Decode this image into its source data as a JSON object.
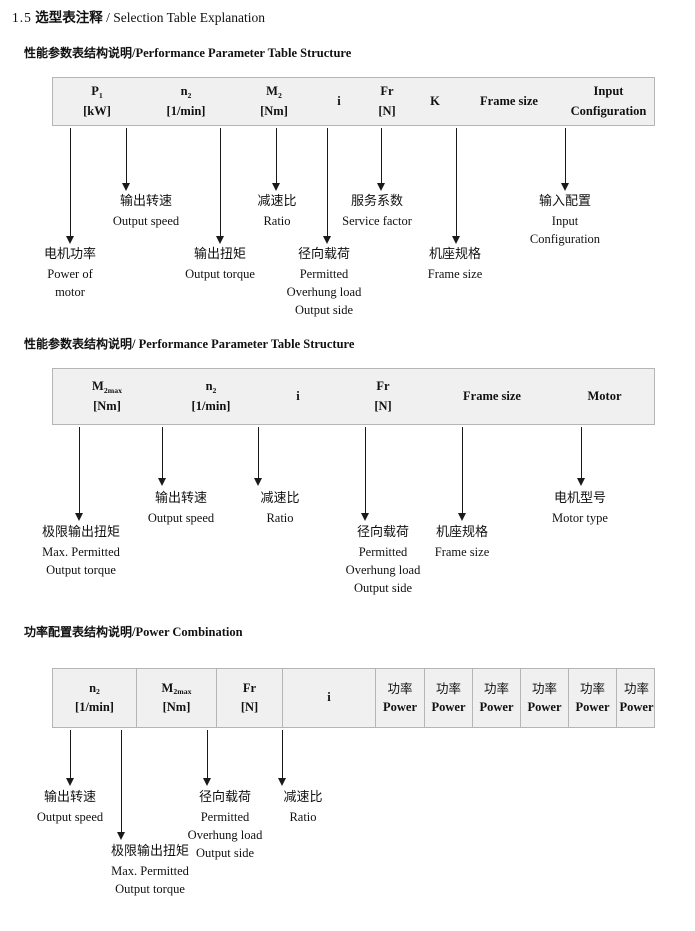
{
  "page_title": {
    "number": "1.5",
    "cn": "选型表注释",
    "separator": "/",
    "en": "Selection Table Explanation"
  },
  "sections": [
    {
      "id": "performance-parameter-1",
      "heading_cn": "性能参数表结构说明",
      "heading_sep": "/",
      "heading_en": "Performance Parameter Table Structure",
      "table": {
        "divided": false,
        "columns": [
          {
            "line1": "P",
            "line1_sub": "1",
            "line2": "[kW]"
          },
          {
            "line1": "n",
            "line1_sub": "2",
            "line2": "[1/min]"
          },
          {
            "line1": "M",
            "line1_sub": "2",
            "line2": "[Nm]"
          },
          {
            "single": "i"
          },
          {
            "line1": "Fr",
            "line2": "[N]"
          },
          {
            "single": "K"
          },
          {
            "single": "Frame size"
          },
          {
            "line1": "Input",
            "line2": "Configuration"
          }
        ]
      },
      "callouts": [
        {
          "cn": "电机功率",
          "en": [
            "Power of",
            "motor"
          ]
        },
        {
          "cn": "输出转速",
          "en": [
            "Output speed"
          ]
        },
        {
          "cn": "输出扭矩",
          "en": [
            "Output torque"
          ]
        },
        {
          "cn": "减速比",
          "en": [
            "Ratio"
          ]
        },
        {
          "cn": "径向载荷",
          "en": [
            "Permitted",
            "Overhung load",
            "Output side"
          ]
        },
        {
          "cn": "服务系数",
          "en": [
            "Service factor"
          ]
        },
        {
          "cn": "机座规格",
          "en": [
            "Frame size"
          ]
        },
        {
          "cn": "输入配置",
          "en": [
            "Input",
            "Configuration"
          ]
        }
      ]
    },
    {
      "id": "performance-parameter-2",
      "heading_cn": "性能参数表结构说明",
      "heading_sep": "/",
      "heading_en": "Performance Parameter Table Structure",
      "table": {
        "divided": false,
        "columns": [
          {
            "line1": "M",
            "line1_sub": "2max",
            "line2": "[Nm]"
          },
          {
            "line1": "n",
            "line1_sub": "2",
            "line2": "[1/min]"
          },
          {
            "single": "i"
          },
          {
            "line1": "Fr",
            "line2": "[N]"
          },
          {
            "single": "Frame size"
          },
          {
            "single": "Motor"
          }
        ]
      },
      "callouts": [
        {
          "cn": "极限输出扭矩",
          "en": [
            "Max. Permitted",
            "Output  torque"
          ]
        },
        {
          "cn": "输出转速",
          "en": [
            "Output speed"
          ]
        },
        {
          "cn": "减速比",
          "en": [
            "Ratio"
          ]
        },
        {
          "cn": "径向载荷",
          "en": [
            "Permitted",
            "Overhung load",
            "Output side"
          ]
        },
        {
          "cn": "机座规格",
          "en": [
            "Frame size"
          ]
        },
        {
          "cn": "电机型号",
          "en": [
            "Motor type"
          ]
        }
      ]
    },
    {
      "id": "power-combination",
      "heading_cn": "功率配置表结构说明",
      "heading_sep": "/",
      "heading_en": "Power Combination",
      "table": {
        "divided": true,
        "columns": [
          {
            "line1": "n",
            "line1_sub": "2",
            "line2": "[1/min]"
          },
          {
            "line1": "M",
            "line1_sub": "2max",
            "line2": "[Nm]"
          },
          {
            "line1": "Fr",
            "line2": "[N]"
          },
          {
            "single": "i"
          },
          {
            "cn_line": "功率",
            "line2": "Power"
          },
          {
            "cn_line": "功率",
            "line2": "Power"
          },
          {
            "cn_line": "功率",
            "line2": "Power"
          },
          {
            "cn_line": "功率",
            "line2": "Power"
          },
          {
            "cn_line": "功率",
            "line2": "Power"
          },
          {
            "cn_line": "功率",
            "line2": "Power"
          }
        ]
      },
      "callouts": [
        {
          "cn": "输出转速",
          "en": [
            "Output speed"
          ]
        },
        {
          "cn": "极限输出扭矩",
          "en": [
            "Max. Permitted",
            "Output  torque"
          ]
        },
        {
          "cn": "径向载荷",
          "en": [
            "Permitted",
            "Overhung load",
            "Output side"
          ]
        },
        {
          "cn": "减速比",
          "en": [
            "Ratio"
          ]
        }
      ]
    }
  ],
  "colors": {
    "table_fill": "#f0f0f0",
    "table_border": "#b5b5b5",
    "text": "#1a1a1a"
  }
}
